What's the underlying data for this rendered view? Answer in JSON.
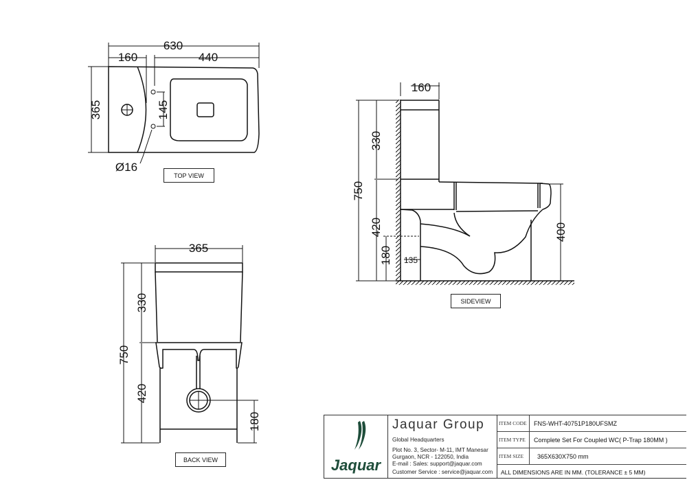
{
  "views": {
    "top": {
      "label": "TOP VIEW",
      "dims": {
        "overall_length": "630",
        "tank_depth": "160",
        "bowl_length": "440",
        "width": "365",
        "hole_spacing": "145",
        "hole_diameter": "Ø16"
      }
    },
    "side": {
      "label": "SIDEVIEW",
      "dims": {
        "tank_depth": "160",
        "tank_height": "330",
        "overall_height": "750",
        "base_height": "420",
        "outlet_height": "180",
        "outlet_offset": "135",
        "seat_height": "400"
      }
    },
    "back": {
      "label": "BACK VIEW",
      "dims": {
        "width": "365",
        "tank_height": "330",
        "overall_height": "750",
        "base_height": "420",
        "outlet_height": "180"
      }
    }
  },
  "title_block": {
    "logo_text": "Jaquar",
    "company_name": "Jaquar Group",
    "address_lines": [
      "Global Headquarters",
      "Plot No. 3, Sector- M-11, IMT Manesar",
      "Gurgaon, NCR - 122050, India",
      "E-mail : Sales: support@jaquar.com",
      "Customer Service : service@jaquar.com"
    ],
    "fields": [
      {
        "key": "ITEM CODE",
        "value": "FNS-WHT-40751P180UFSMZ"
      },
      {
        "key": "ITEM TYPE",
        "value": "Complete Set For Coupled WC( P-Trap 180MM )"
      },
      {
        "key": "ITEM SIZE",
        "value": "365X630X750 mm"
      }
    ],
    "note": "ALL DIMENSIONS ARE IN MM. (TOLERANCE ± 5 MM)"
  },
  "colors": {
    "line": "#111111",
    "logo_green": "#1e4d3a",
    "border": "#333333"
  }
}
